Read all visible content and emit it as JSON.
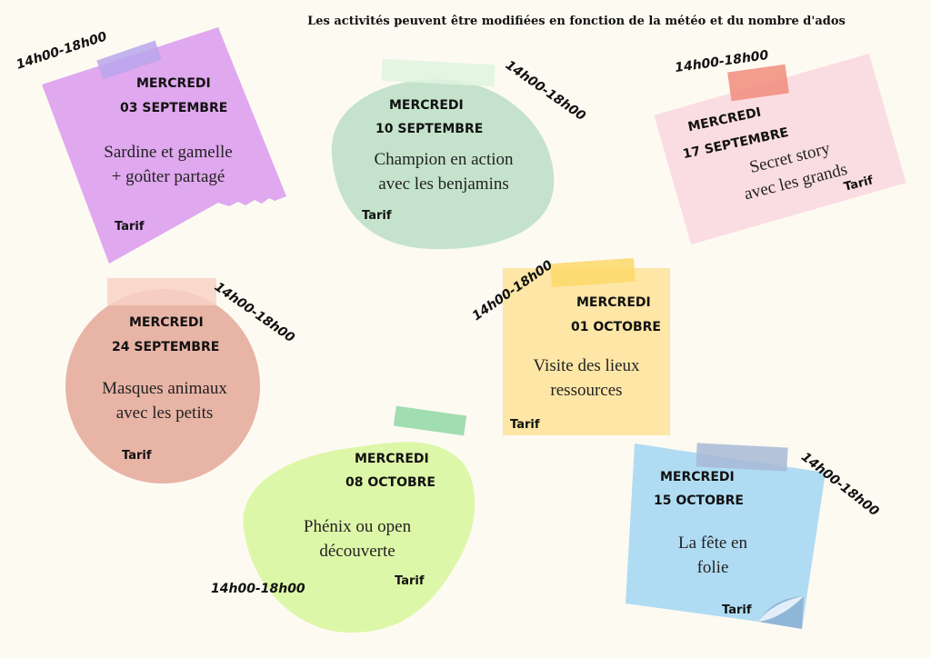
{
  "header": "Les activités peuvent être modifiées en fonction de la météo et du nombre d'ados",
  "time_label": "14h00-18h00",
  "weekday": "MERCREDI",
  "tarif_label": "Tarif",
  "activities": [
    {
      "date": "03 SEPTEMBRE",
      "line1": "Sardine et gamelle",
      "line2": "+ goûter partagé",
      "color": "#e0a8ef"
    },
    {
      "date": "10 SEPTEMBRE",
      "line1": "Champion en action",
      "line2": "avec les benjamins",
      "color": "#c5e3cc"
    },
    {
      "date": "17 SEPTEMBRE",
      "line1": "Secret story",
      "line2": "avec les grands",
      "color": "#fadde3"
    },
    {
      "date": "24 SEPTEMBRE",
      "line1": "Masques animaux",
      "line2": "avec les petits",
      "color": "#e8b4a6"
    },
    {
      "date": "01 OCTOBRE",
      "line1": "Visite des lieux",
      "line2": "ressources",
      "color": "#fde6a6"
    },
    {
      "date": "08 OCTOBRE",
      "line1": "Phénix ou open",
      "line2": "découverte",
      "color": "#ddf7a8"
    },
    {
      "date": "15 OCTOBRE",
      "line1": "La fête en",
      "line2": "folie",
      "color": "#b0dcf3"
    }
  ]
}
